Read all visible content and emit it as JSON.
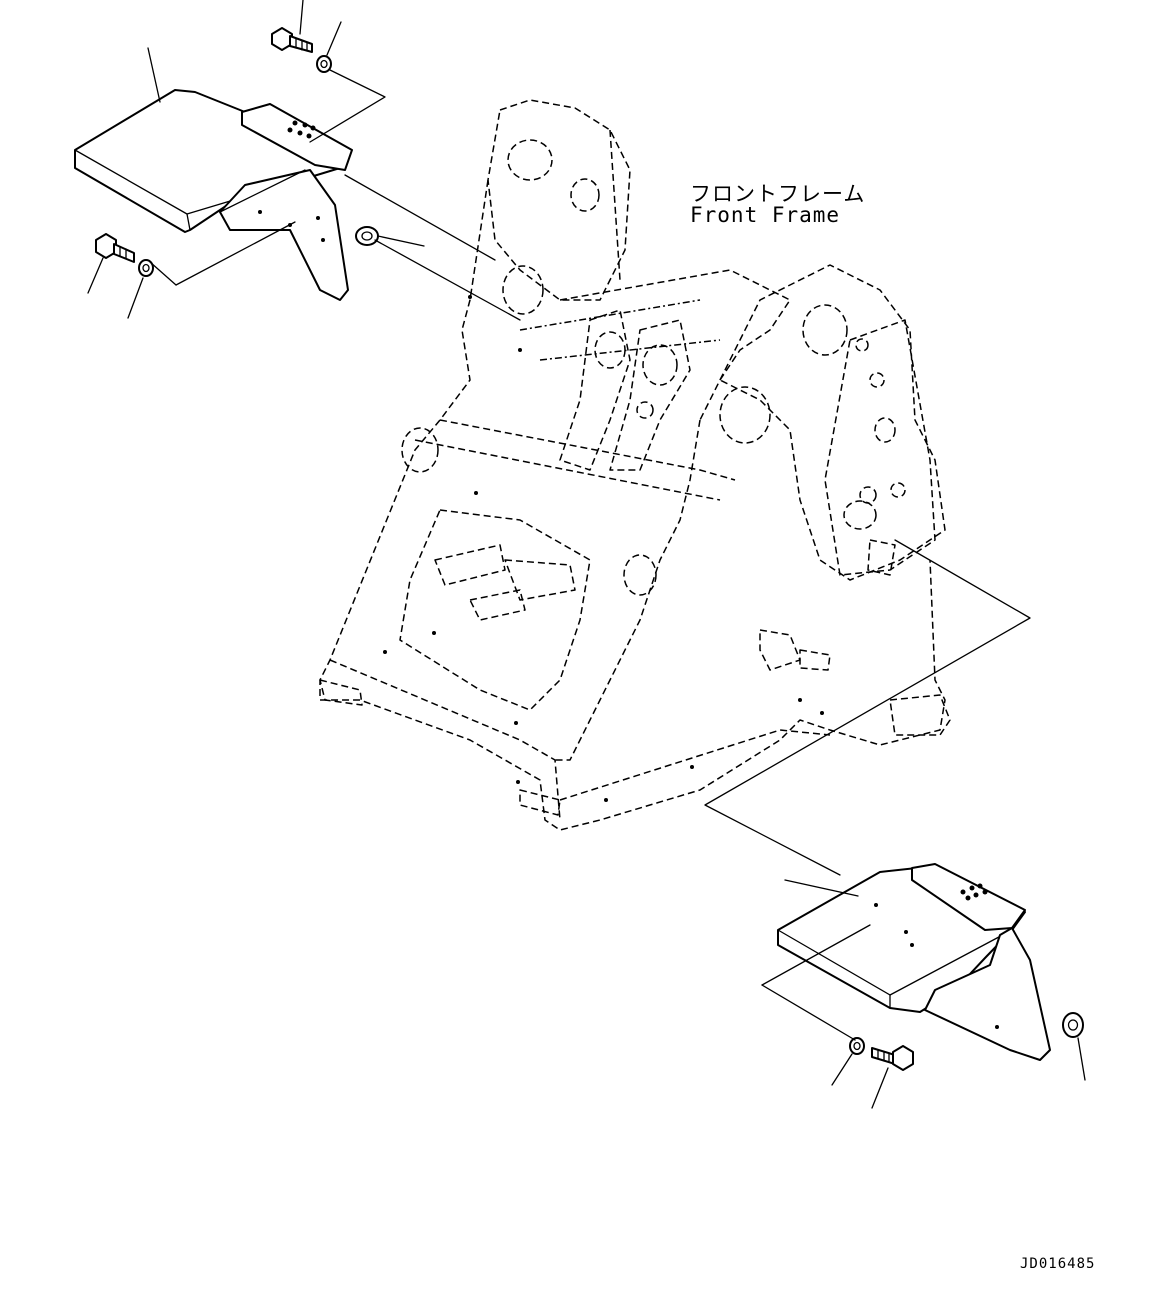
{
  "part_label": {
    "japanese": "フロントフレーム",
    "english": "Front Frame"
  },
  "drawing_number": "JD016485",
  "colors": {
    "line": "#000000",
    "background": "#ffffff"
  }
}
